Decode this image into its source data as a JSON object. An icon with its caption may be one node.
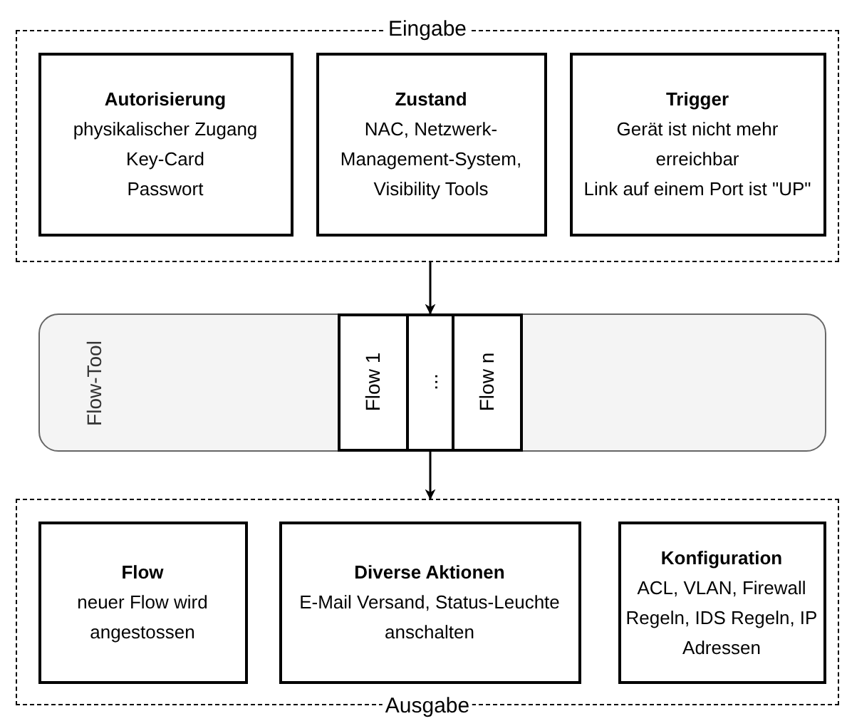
{
  "diagram": {
    "nodes": [
      {
        "text": [
          "Eingabe"
        ]
      },
      {
        "text": [
          "Autorisierung",
          "physikalischer Zugang",
          "Key-Card",
          "Passwort"
        ],
        "in": 0
      },
      {
        "text": [
          "Zustand",
          "NAC, Netzwerk-Management-System, Visibility Tools"
        ],
        "in": 0
      },
      {
        "text": [
          "Trigger",
          "Gerät ist nicht mehr erreichbar",
          "Link auf einem Port ist \"UP\""
        ],
        "in": 0
      },
      {
        "text": [
          "Flow-Tool"
        ]
      },
      {
        "text": [
          "Flow 1"
        ],
        "in": 4
      },
      {
        "text": [
          "..."
        ],
        "in": 4
      },
      {
        "text": [
          "Flow n"
        ],
        "in": 4
      },
      {
        "text": [
          "Ausgabe"
        ]
      },
      {
        "text": [
          "Flow",
          "neuer Flow wird angestossen"
        ],
        "in": 8
      },
      {
        "text": [
          "Diverse Aktionen",
          "E-Mail Versand, Status-Leuchte anschalten"
        ],
        "in": 8
      },
      {
        "text": [
          "Konfiguration",
          "ACL, VLAN, Firewall Regeln, IDS Regeln, IP Adressen"
        ],
        "in": 8
      }
    ],
    "edges": [
      {
        "from": 0,
        "to": 6,
        "arrow": "to"
      },
      {
        "from": 6,
        "to": 8,
        "arrow": "to"
      }
    ]
  }
}
